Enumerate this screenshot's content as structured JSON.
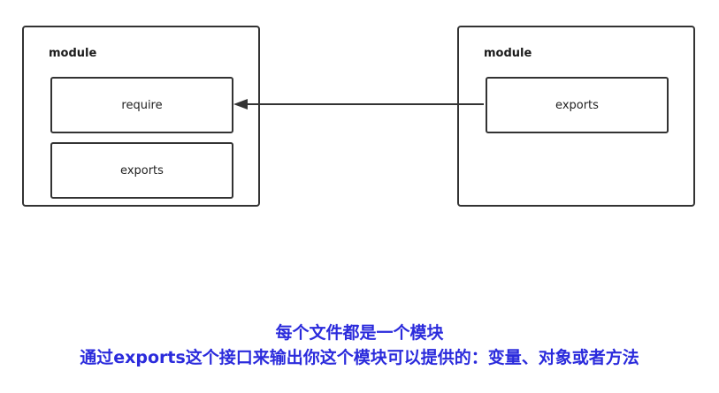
{
  "left_module": {
    "title": "module",
    "require_label": "require",
    "exports_label": "exports"
  },
  "right_module": {
    "title": "module",
    "exports_label": "exports"
  },
  "connector": {
    "from": "right_module.exports",
    "to": "left_module.require",
    "color": "#333333"
  },
  "captions": {
    "line1": "每个文件都是一个模块",
    "line2": "通过exports这个接口来输出你这个模块可以提供的：变量、对象或者方法"
  },
  "colors": {
    "caption": "#2b2bdc",
    "border": "#333333"
  }
}
